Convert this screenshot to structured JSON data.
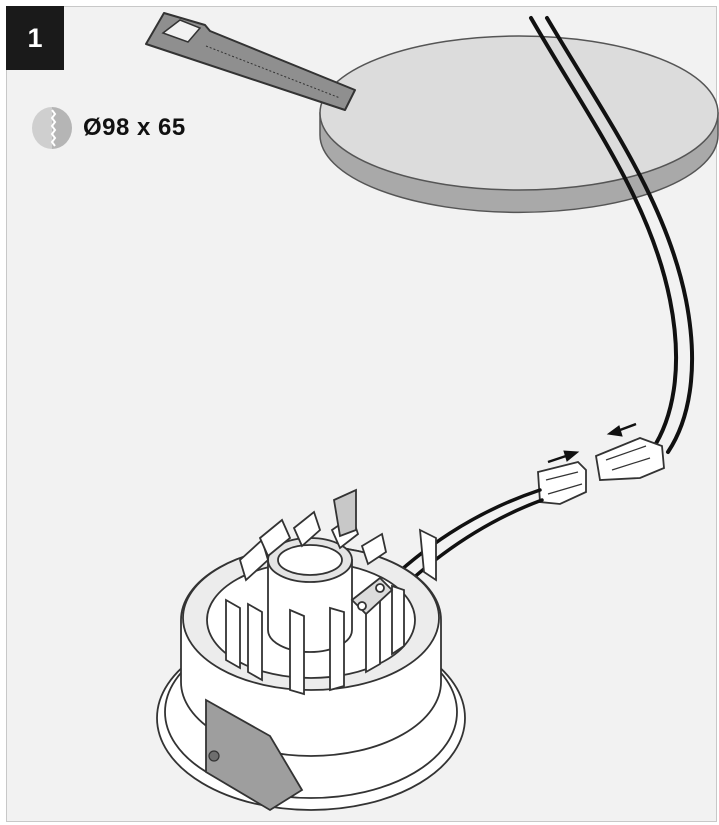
{
  "step": {
    "number": "1"
  },
  "cutout": {
    "icon": "hole-saw-icon",
    "dimension_label": "Ø98 x 65"
  },
  "colors": {
    "panel_background": "#f2f2f2",
    "badge_background": "#1a1a1a",
    "ceiling_top": "#dcdcdc",
    "ceiling_edge": "#a9a9a9",
    "saw_gray": "#8f8f8f",
    "cable": "#111111",
    "fixture_white": "#ffffff"
  },
  "illustration": {
    "elements": [
      "saw-icon",
      "ceiling-panel",
      "power-cable",
      "connector-plug-left",
      "connector-plug-right",
      "push-arrow-icon",
      "downlight-fixture",
      "fixture-label-plate"
    ]
  }
}
